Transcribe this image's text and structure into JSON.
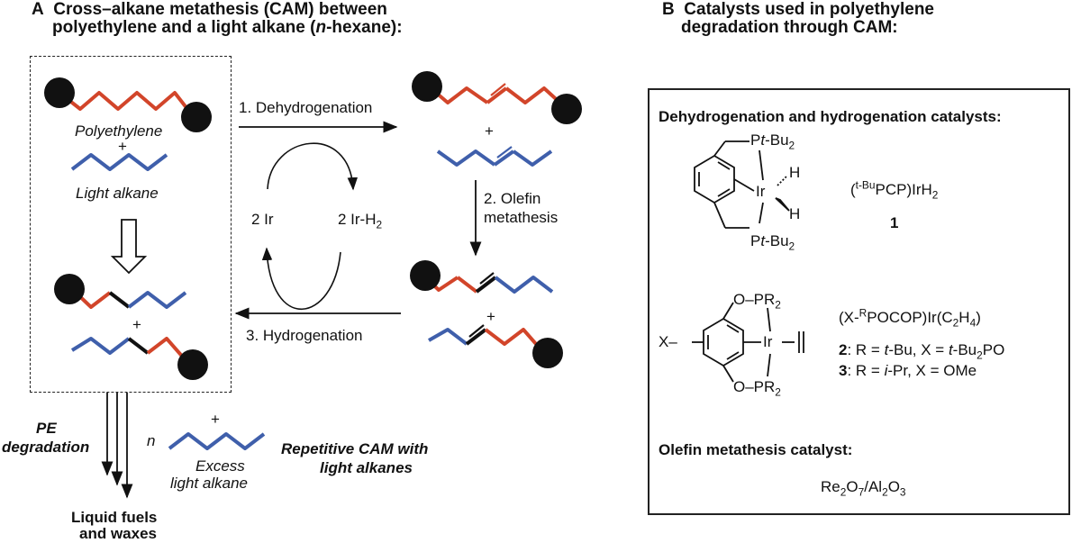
{
  "panelA": {
    "letter": "A",
    "title_line1": "Cross–alkane metathesis (CAM) between",
    "title_line2_pre": "polyethylene and a light alkane (",
    "title_line2_n": "n",
    "title_line2_post": "-hexane):"
  },
  "panelB": {
    "letter": "B",
    "title_line1": "Catalysts used in polyethylene",
    "title_line2": "degradation through CAM:"
  },
  "left": {
    "polyethylene": "Polyethylene",
    "plus1": "+",
    "light_alkane": "Light alkane",
    "plus2": "+"
  },
  "steps": {
    "dehydrogenation": "1. Dehydrogenation",
    "olefin_1": "2. Olefin",
    "olefin_2": "metathesis",
    "hydrogenation": "3. Hydrogenation",
    "ir": "2 Ir",
    "irh2_base": "2 Ir-H",
    "irh2_sub": "2",
    "plus_top": "+",
    "plus_bottom": "+"
  },
  "bottom": {
    "pe_1": "PE",
    "pe_2": "degradation",
    "n": "n",
    "plus": "+",
    "excess_1": "Excess",
    "excess_2": "light alkane",
    "repetitive_1": "Repetitive CAM with",
    "repetitive_2": "light alkanes",
    "liquid_1": "Liquid fuels",
    "liquid_2": "and waxes"
  },
  "catalysts": {
    "dehydro_title": "Dehydrogenation and hydrogenation catalysts:",
    "ptbu_top_P": "P",
    "ptbu_top_t": "t",
    "ptbu_top_rest": "-Bu",
    "ptbu_sub": "2",
    "ir": "Ir",
    "h1": "H",
    "h2": "H",
    "ptbu_bot_P": "P",
    "ptbu_bot_t": "t",
    "ptbu_bot_rest": "-Bu",
    "cat1_open": "(",
    "cat1_sup": "t-Bu",
    "cat1_mid": "PCP)IrH",
    "cat1_sub": "2",
    "cat1_num": "1",
    "opr_top": "O–PR",
    "opr_sub": "2",
    "x_label": "X–",
    "ir2": "Ir",
    "opr_bot": "O–PR",
    "cat23_a": "(X-",
    "cat23_sup": "R",
    "cat23_b": "POCOP)Ir(C",
    "cat23_sub1": "2",
    "cat23_c": "H",
    "cat23_sub2": "4",
    "cat23_d": ")",
    "cat2_num": "2",
    "cat2_a": ": R = ",
    "cat2_t1": "t",
    "cat2_b": "-Bu, X = ",
    "cat2_t2": "t",
    "cat2_c": "-Bu",
    "cat2_sub": "2",
    "cat2_d": "PO",
    "cat3_num": "3",
    "cat3_a": ": R = ",
    "cat3_i": "i",
    "cat3_b": "-Pr, X = OMe",
    "olefin_title": "Olefin metathesis catalyst:",
    "re_a": "Re",
    "re_sub1": "2",
    "re_b": "O",
    "re_sub2": "7",
    "re_c": "/Al",
    "re_sub3": "2",
    "re_d": "O",
    "re_sub4": "3"
  },
  "colors": {
    "red": "#d2452a",
    "blue": "#3f5fab",
    "black": "#111111"
  }
}
